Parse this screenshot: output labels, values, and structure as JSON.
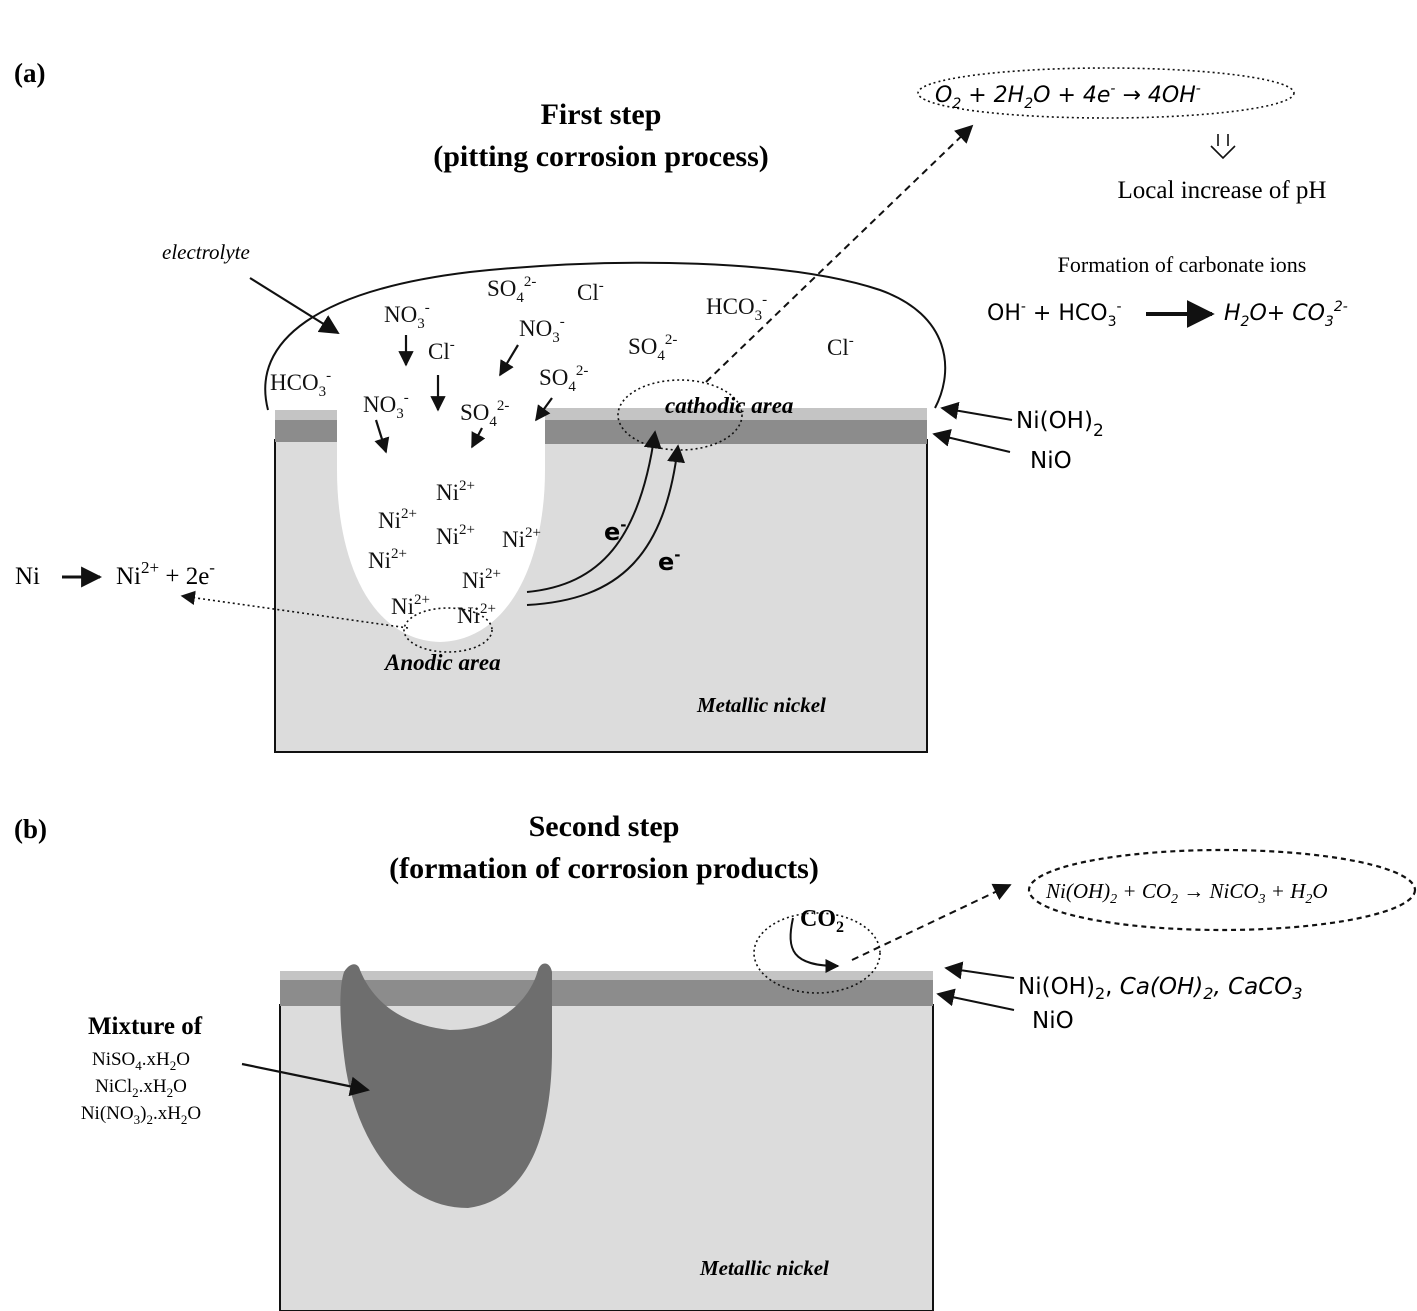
{
  "colors": {
    "metal": "#dcdcdc",
    "oxide": "#8c8c8c",
    "hydroxide": "#bdbdbd",
    "product": "#6e6e6e",
    "ink": "#111111"
  },
  "panel_a": {
    "label": "(a)",
    "title_line1": "First step",
    "title_line2": "(pitting corrosion process)",
    "electrolyte_label": "electrolyte",
    "cathodic_label": "cathodic area",
    "anodic_label": "Anodic area",
    "metal_label": "Metallic nickel",
    "hydroxide_label": "Ni(OH)",
    "hydroxide_sub": "2",
    "oxide_label": "NiO",
    "electron": "e",
    "electron_sup": "-",
    "anodic_reaction": {
      "left": "Ni",
      "right": "Ni",
      "right_sup": "2+",
      "tail": " + 2e",
      "tail_sup": "-"
    },
    "cathodic_reaction": "O2 + 2H2O + 4e- → 4OH-",
    "ph_note": "Local increase of pH",
    "carbonate_title": "Formation of carbonate ions",
    "carbonate_reaction": "OH- + HCO3- → H2O+ CO3 2-",
    "ions": [
      {
        "base": "SO",
        "sub": "4",
        "sup": "2-"
      },
      {
        "base": "Cl",
        "sub": "",
        "sup": "-"
      },
      {
        "base": "HCO",
        "sub": "3",
        "sup": "-"
      },
      {
        "base": "NO",
        "sub": "3",
        "sup": "-"
      },
      {
        "base": "NO",
        "sub": "3",
        "sup": "-"
      },
      {
        "base": "SO",
        "sub": "4",
        "sup": "2-"
      },
      {
        "base": "Cl",
        "sub": "",
        "sup": "-"
      },
      {
        "base": "Cl",
        "sub": "",
        "sup": "-"
      },
      {
        "base": "HCO",
        "sub": "3",
        "sup": "-"
      },
      {
        "base": "SO",
        "sub": "4",
        "sup": "2-"
      },
      {
        "base": "NO",
        "sub": "3",
        "sup": "-"
      },
      {
        "base": "SO",
        "sub": "4",
        "sup": "2-"
      },
      {
        "base": "Ni",
        "sub": "",
        "sup": "2+"
      },
      {
        "base": "Ni",
        "sub": "",
        "sup": "2+"
      },
      {
        "base": "Ni",
        "sub": "",
        "sup": "2+"
      },
      {
        "base": "Ni",
        "sub": "",
        "sup": "2+"
      },
      {
        "base": "Ni",
        "sub": "",
        "sup": "2+"
      },
      {
        "base": "Ni",
        "sub": "",
        "sup": "2+"
      },
      {
        "base": "Ni",
        "sub": "",
        "sup": "2+"
      },
      {
        "base": "Ni",
        "sub": "",
        "sup": "2+"
      }
    ]
  },
  "panel_b": {
    "label": "(b)",
    "title_line1": "Second step",
    "title_line2": "(formation of corrosion products)",
    "mixture_title": "Mixture of",
    "mixture_items": [
      "NiSO4.xH2O",
      "NiCl2.xH2O",
      "Ni(NO3)2.xH2O"
    ],
    "co2_label": "CO2",
    "reaction": "Ni(OH)2 + CO2 → NiCO3 + H2O",
    "layer_label": "Ni(OH)2, Ca(OH)2, CaCO3",
    "oxide_label": "NiO",
    "metal_label": "Metallic nickel"
  }
}
